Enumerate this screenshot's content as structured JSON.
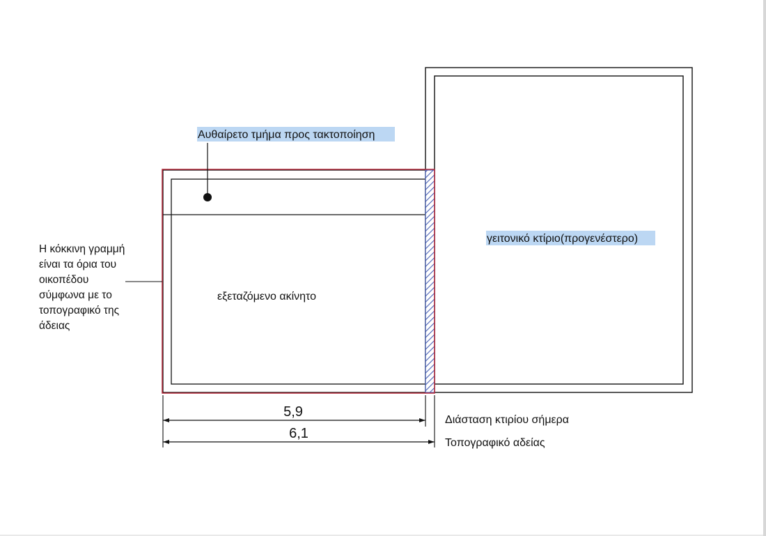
{
  "labels": {
    "illegal_part": "Αυθαίρετο τμήμα προς τακτοποίηση",
    "neighbor_building": "γειτονικό κτίριο(προγενέστερο)",
    "property": "εξεταζόμενο ακίνητο",
    "red_line_note": [
      "Η κόκκινη γραμμή",
      "είναι τα όρια του",
      "οικοπέδου",
      "σύμφωνα με το",
      "τοπογραφικό της",
      "άδειας"
    ],
    "dim_current_value": "5,9",
    "dim_permit_value": "6,1",
    "dim_current_caption": "Διάσταση κτιρίου σήμερα",
    "dim_permit_caption": "Τοπογραφικό αδείας"
  },
  "colors": {
    "plot_boundary": "#b5283a",
    "highlight": "#bcd7f3",
    "hatch": "#4a62b5",
    "lines": "#111111"
  }
}
